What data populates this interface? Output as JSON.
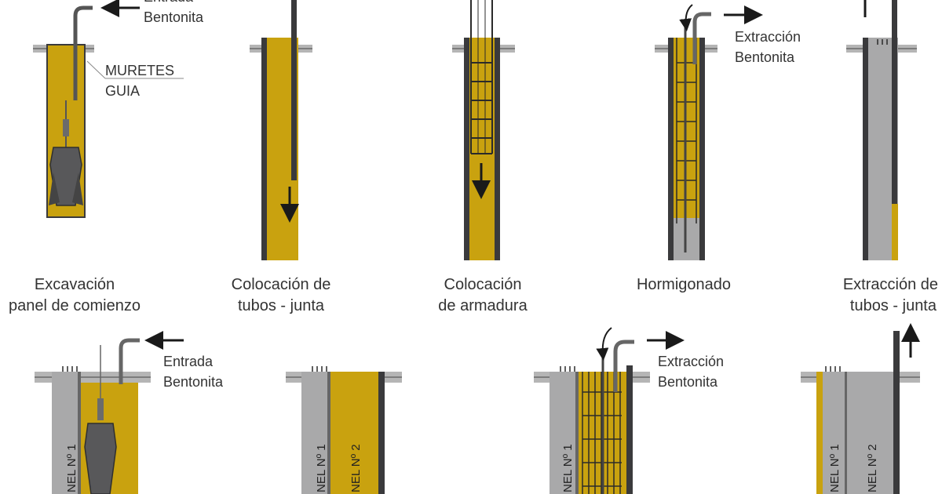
{
  "colors": {
    "bentonite": "#C9A20F",
    "concrete": "#A9A9AA",
    "wall": "#3A3A3C",
    "guide_wall": "#B5B5B5",
    "text": "#333333"
  },
  "labels": {
    "entrada": "Entrada",
    "bentonita": "Bentonita",
    "muretes": "MURETES",
    "guia": "GUIA",
    "extraccion": "Extracción"
  },
  "steps": [
    {
      "line1": "Excavación",
      "line2": "panel de comienzo"
    },
    {
      "line1": "Colocación de",
      "line2": "tubos - junta"
    },
    {
      "line1": "Colocación",
      "line2": "de armadura"
    },
    {
      "line1": "Hormigonado",
      "line2": ""
    },
    {
      "line1": "Extracción de",
      "line2": "tubos - junta"
    }
  ],
  "panels": {
    "p1": "NEL Nº 1",
    "p2": "NEL Nº 2"
  },
  "icons": [
    "down-arrow-icon",
    "right-arrow-icon",
    "left-arrow-icon",
    "up-arrow-icon",
    "excavator-clamshell-icon"
  ]
}
